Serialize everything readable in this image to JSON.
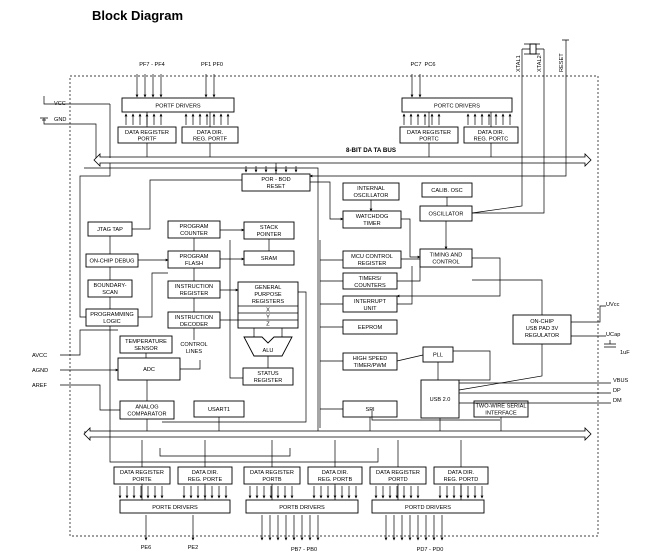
{
  "title": "Block Diagram",
  "bus_label": "8-BIT DA TA BUS",
  "pins": {
    "vcc": "VCC",
    "gnd": "GND",
    "avcc": "AVCC",
    "agnd": "AGND",
    "aref": "AREF",
    "uvcc": "UVcc",
    "ucap": "UCap",
    "cap_value": "1uF",
    "vbus": "VBUS",
    "dp": "DP",
    "dm": "DM",
    "xtal1": "XTAL1",
    "xtal2": "XTAL2",
    "reset": "RESET",
    "pf_hi": "PF7 - PF4",
    "pf_lo": "PF1 PF0",
    "pc7": "PC7",
    "pc6": "PC6",
    "pe6": "PE6",
    "pe2": "PE2",
    "pb": "PB7 - PB0",
    "pd": "PD7 - PD0"
  },
  "blocks": {
    "portf_drivers": "PORTF DRIVERS",
    "portc_drivers": "PORTC DRIVERS",
    "dr_portf": [
      "DATA REGISTER",
      "PORTF"
    ],
    "ddr_portf": [
      "DATA DIR.",
      "REG. PORTF"
    ],
    "dr_portc": [
      "DATA REGISTER",
      "PORTC"
    ],
    "ddr_portc": [
      "DATA DIR.",
      "REG. PORTC"
    ],
    "por_bod": [
      "POR - BOD",
      "RESET"
    ],
    "int_osc": [
      "INTERNAL",
      "OSCILLATOR"
    ],
    "calib_osc": "CALIB. OSC",
    "oscillator": "OSCILLATOR",
    "watchdog": [
      "WATCHDOG",
      "TIMER"
    ],
    "jtag": "JTAG TAP",
    "program_counter": [
      "PROGRAM",
      "COUNTER"
    ],
    "stack_pointer": [
      "STACK",
      "POINTER"
    ],
    "on_chip_debug": "ON-CHIP DEBUG",
    "program_flash": [
      "PROGRAM",
      "FLASH"
    ],
    "sram": "SRAM",
    "mcu_control": [
      "MCU CONTROL",
      "REGISTER"
    ],
    "timing_control": [
      "TIMING AND",
      "CONTROL"
    ],
    "boundary_scan": [
      "BOUNDARY-",
      "SCAN"
    ],
    "instruction_register": [
      "INSTRUCTION",
      "REGISTER"
    ],
    "gp_registers": [
      "GENERAL",
      "PURPOSE",
      "REGISTERS"
    ],
    "reg_x": "X",
    "reg_y": "Y",
    "reg_z": "Z",
    "timers_counters": [
      "TIMERS/",
      "COUNTERS"
    ],
    "interrupt_unit": [
      "INTERRUPT",
      "UNIT"
    ],
    "programming_logic": [
      "PROGRAMMING",
      "LOGIC"
    ],
    "instruction_decoder": [
      "INSTRUCTION",
      "DECODER"
    ],
    "eeprom": "EEPROM",
    "usb_regulator": [
      "ON-CHIP",
      "USB PAD 3V",
      "REGULATOR"
    ],
    "temp_sensor": [
      "TEMPERATURE",
      "SENSOR"
    ],
    "control_lines": [
      "CONTROL",
      "LINES"
    ],
    "alu": "ALU",
    "high_speed_timer": [
      "HIGH SPEED",
      "TIMER/PWM"
    ],
    "pll": "PLL",
    "adc": "ADC",
    "status_register": [
      "STATUS",
      "REGISTER"
    ],
    "usb20": "USB 2.0",
    "analog_comparator": [
      "ANALOG",
      "COMPARATOR"
    ],
    "usart1": "USART1",
    "spi": "SPI",
    "twi": [
      "TWO-WIRE SERIAL",
      "INTERFACE"
    ],
    "dr_porte": [
      "DATA REGISTER",
      "PORTE"
    ],
    "ddr_porte": [
      "DATA DIR.",
      "REG. PORTE"
    ],
    "dr_portb": [
      "DATA REGISTER",
      "PORTB"
    ],
    "ddr_portb": [
      "DATA DIR.",
      "REG. PORTB"
    ],
    "dr_portd": [
      "DATA REGISTER",
      "PORTD"
    ],
    "ddr_portd": [
      "DATA DIR.",
      "REG. PORTD"
    ],
    "porte_drivers": "PORTE DRIVERS",
    "portb_drivers": "PORTB DRIVERS",
    "portd_drivers": "PORTD DRIVERS"
  }
}
